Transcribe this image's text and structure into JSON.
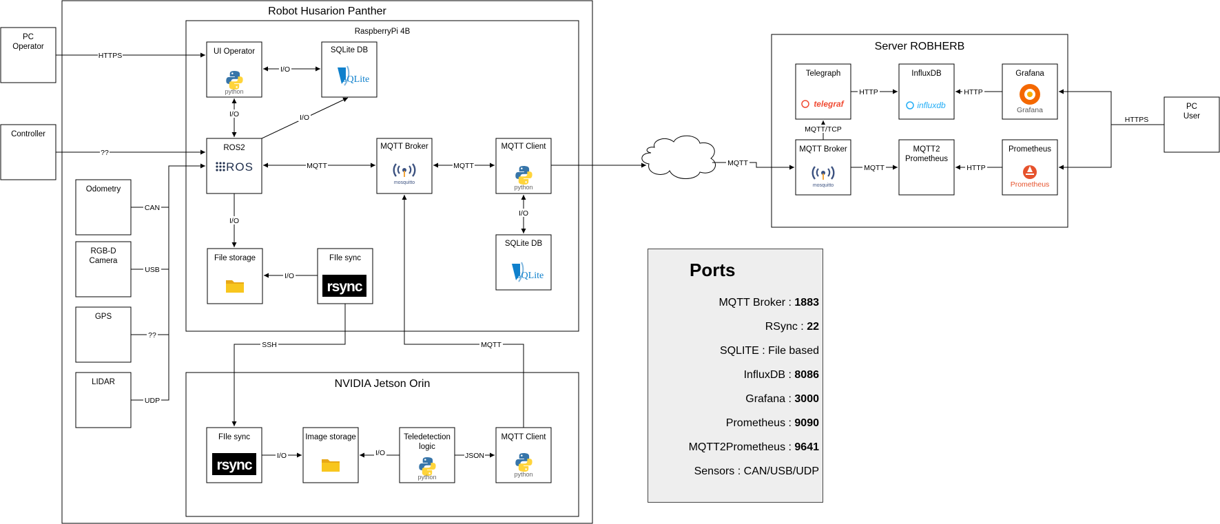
{
  "groups": {
    "robot": "Robot Husarion Panther",
    "rpi": "RaspberryPi 4B",
    "jetson": "NVIDIA Jetson Orin",
    "server": "Server ROBHERB"
  },
  "external": {
    "pc_operator": [
      "PC",
      "Operator"
    ],
    "controller": "Controller",
    "pc_user": [
      "PC",
      "User"
    ]
  },
  "sensors": {
    "odometry": "Odometry",
    "rgbd": [
      "RGB-D",
      "Camera"
    ],
    "gps": "GPS",
    "lidar": "LIDAR"
  },
  "nodes": {
    "ui_operator": "UI Operator",
    "sqlite_db": "SQLite DB",
    "sqlite_db2": "SQLite DB",
    "ros2": "ROS2",
    "mqtt_broker": "MQTT Broker",
    "mqtt_client": "MQTT Client",
    "file_storage": "File storage",
    "file_sync_rpi": "FIle sync",
    "file_sync_jetson": "FIle sync",
    "image_storage": "Image storage",
    "teledetection": [
      "Teledetection",
      "logic"
    ],
    "mqtt_client_jetson": "MQTT Client",
    "telegraph": "Telegraph",
    "influxdb": "InfluxDB",
    "grafana": "Grafana",
    "mqtt_broker_srv": "MQTT Broker",
    "mqtt2prometheus": [
      "MQTT2",
      "Prometheus"
    ],
    "prometheus": "Prometheus"
  },
  "logos": {
    "python": "python",
    "sqlite": "SQLite",
    "ros": "ROS",
    "mosquitto": "mosquitto",
    "rsync": "rsync",
    "telegraf": "telegraf",
    "influxdb": "influxdb",
    "grafana": "Grafana",
    "prometheus": "Prometheus"
  },
  "edges": {
    "https": "HTTPS",
    "unknown": "??",
    "io": "I/O",
    "mqtt": "MQTT",
    "can": "CAN",
    "usb": "USB",
    "udp": "UDP",
    "ssh": "SSH",
    "json": "JSON",
    "http": "HTTP",
    "mqtt_tcp": "MQTT/TCP"
  },
  "ports": {
    "title": "Ports",
    "rows": [
      {
        "name": "MQTT Broker : ",
        "value": "1883"
      },
      {
        "name": "RSync : ",
        "value": "22"
      },
      {
        "name": "SQLITE : File based",
        "value": ""
      },
      {
        "name": "InfluxDB : ",
        "value": "8086"
      },
      {
        "name": "Grafana : ",
        "value": "3000"
      },
      {
        "name": "Prometheus : ",
        "value": "9090"
      },
      {
        "name": "MQTT2Prometheus : ",
        "value": "9641"
      },
      {
        "name": "Sensors : CAN/USB/UDP",
        "value": ""
      }
    ]
  },
  "colors": {
    "python_blue": "#3775a9",
    "python_yellow": "#ffd43b",
    "sqlite_blue": "#0f80cc",
    "folder_yellow": "#f8c61e",
    "telegraf_red": "#f04b33",
    "influx_blue": "#22adf6",
    "grafana_orange": "#f46800",
    "prometheus_red": "#e6522c",
    "mosquitto_blue": "#3c5280",
    "ports_bg": "#eeeeee"
  }
}
